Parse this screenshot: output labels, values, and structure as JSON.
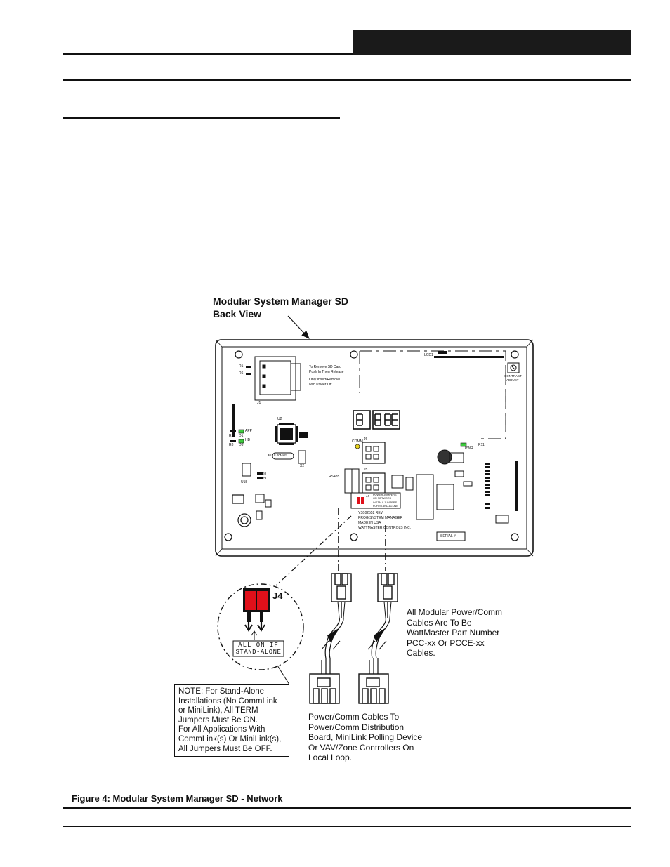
{
  "figure": {
    "view_title_line1": "Modular System Manager SD",
    "view_title_line2": "Back View",
    "caption": "Figure 4:  Modular System Manager SD - Network"
  },
  "board": {
    "lcd_label": "LCD1",
    "r1": "R1",
    "r6": "R6",
    "j1": "J1",
    "sd_note_line1": "To Remove SD Card",
    "sd_note_line2": "Push In Then Release",
    "sd_note_line3": "Only Insert/Remove",
    "sd_note_line4": "with Power Off.",
    "contrast_line1": "CONTRAST",
    "contrast_line2": "ADJUST",
    "u2": "U2",
    "app": "APP",
    "hb": "HB",
    "r5": "R5",
    "r8": "R8",
    "d1": "D1",
    "d3": "D3",
    "x1": "X1",
    "crystal": "8.00MHz",
    "x2": "X2",
    "comm": "COMM",
    "pwr": "PWR",
    "r11": "R11",
    "j5": "J5",
    "j6": "J6",
    "rs485": "RS485",
    "j4": "J4",
    "jumper_text_line1": "POWER JUMPERS",
    "jumper_text_line2": "OR NETWORK",
    "jumper_text_line3": "INSTALL JUMPERS",
    "jumper_text_line4": "FOR STAND-ALONE",
    "part_line1": "YS102552 REV",
    "part_line2": "PROG SYSTEM MANAGER",
    "part_line3": "MADE IN USA",
    "part_line4": "WATTMASTER CONTROLS INC.",
    "serial": "SERIAL #",
    "u15": "U15",
    "r28": "R28",
    "r29": "R29"
  },
  "jumper_detail": {
    "label": "J4",
    "instruction_line1": "ALL ON IF",
    "instruction_line2": "STAND-ALONE"
  },
  "notes": {
    "stand_alone": "NOTE:  For Stand-Alone\nInstallations (No CommLink\nor MiniLink), All TERM\nJumpers Must Be ON.\nFor All Applications With\nCommLink(s) Or MiniLink(s),\nAll Jumpers Must Be OFF.",
    "cables": "All Modular Power/Comm\nCables Are To Be\nWattMaster Part Number\nPCC-xx Or PCCE-xx\nCables.",
    "power_comm": "Power/Comm Cables To\nPower/Comm Distribution\nBoard, MiniLink Polling Device\nOr VAV/Zone Controllers On\nLocal Loop."
  },
  "colors": {
    "jumper_red": "#e0101a",
    "led_green": "#3ecb3e",
    "led_yellow": "#e6d21e",
    "ink": "#111111",
    "header_bar": "#1a1a1a"
  }
}
